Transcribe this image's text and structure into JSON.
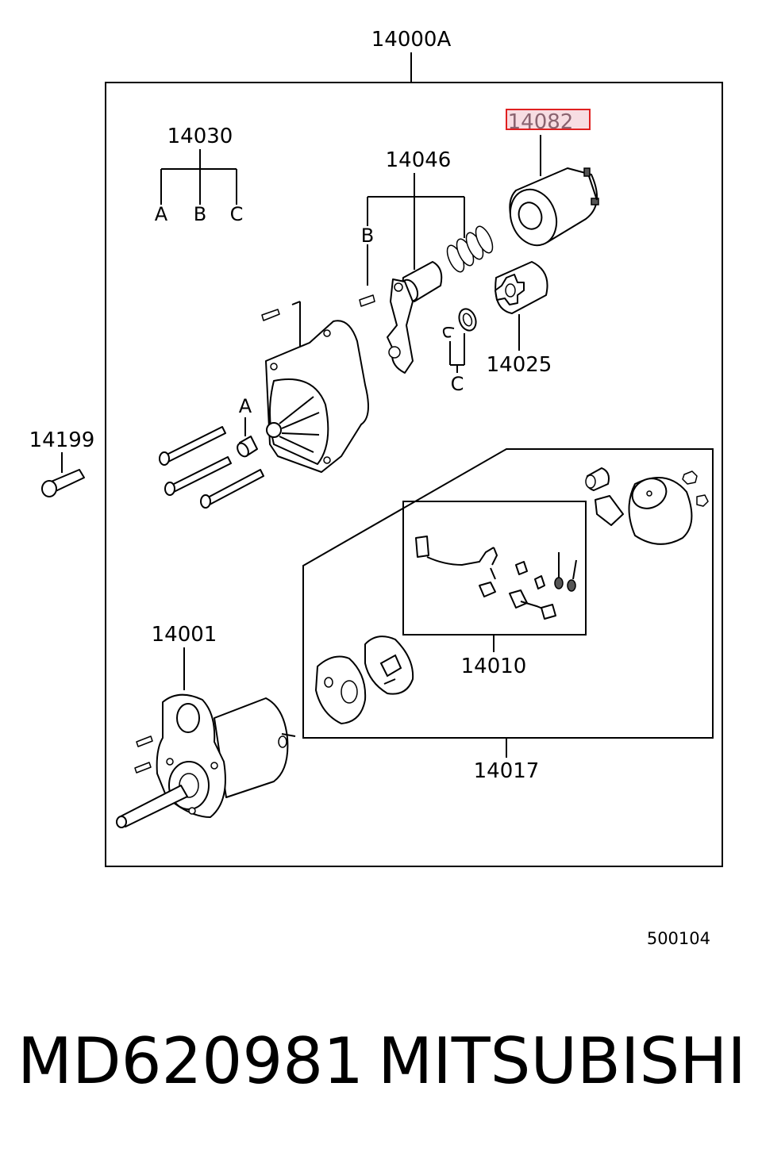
{
  "assembly_label": "14000A",
  "parts": {
    "p14030": "14030",
    "p14046": "14046",
    "p14082": "14082",
    "p14025": "14025",
    "p14199": "14199",
    "p14001": "14001",
    "p14010": "14010",
    "p14017": "14017"
  },
  "sub_labels": {
    "a_top": "A",
    "b_top": "B",
    "c_top": "C",
    "b_mid": "B",
    "c_mid": "C",
    "a_mid": "A"
  },
  "highlight": {
    "part": "14082",
    "border_color": "#e02020",
    "fill_color": "#f7dde2"
  },
  "figure_code": "500104",
  "caption": {
    "part_number": "MD620981",
    "brand": "MITSUBISHI"
  }
}
